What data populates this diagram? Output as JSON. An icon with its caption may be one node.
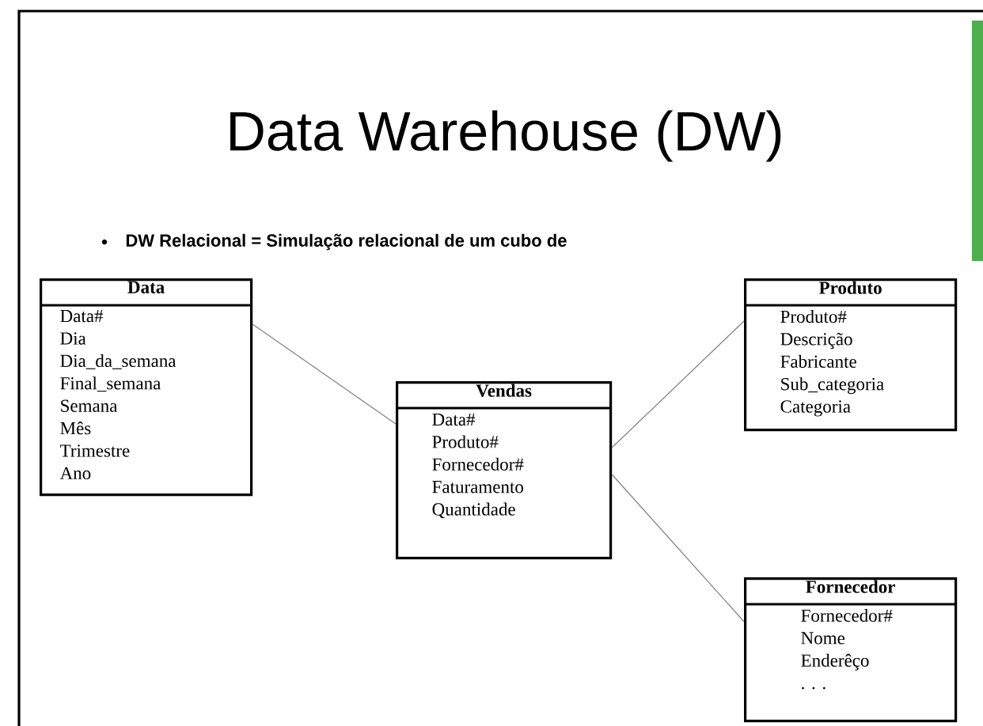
{
  "diagram": {
    "title": "Data Warehouse (DW)",
    "nodes": [
      {
        "text": [
          "Data",
          "Data#",
          "Dia",
          "Dia_da_semana",
          "Final_semana",
          "Semana",
          "Mês",
          "Trimestre",
          "Ano"
        ]
      },
      {
        "text": [
          "Vendas",
          "Data#",
          "Produto#",
          "Fornecedor#",
          "Faturamento",
          "Quantidade"
        ]
      },
      {
        "text": [
          "Produto",
          "Produto#",
          "Descrição",
          "Fabricante",
          "Sub_categoria",
          "Categoria"
        ]
      },
      {
        "text": [
          "Fornecedor",
          "Fornecedor#",
          "Nome",
          "Enderêço",
          ". . ."
        ]
      }
    ],
    "edges": [
      {
        "from": 0,
        "to": 1,
        "arrow": "none"
      },
      {
        "from": 1,
        "to": 2,
        "arrow": "none"
      },
      {
        "from": 1,
        "to": 3,
        "arrow": "none"
      }
    ],
    "labels": [
      "DW Relacional = Simulação relacional de um cubo de"
    ]
  }
}
